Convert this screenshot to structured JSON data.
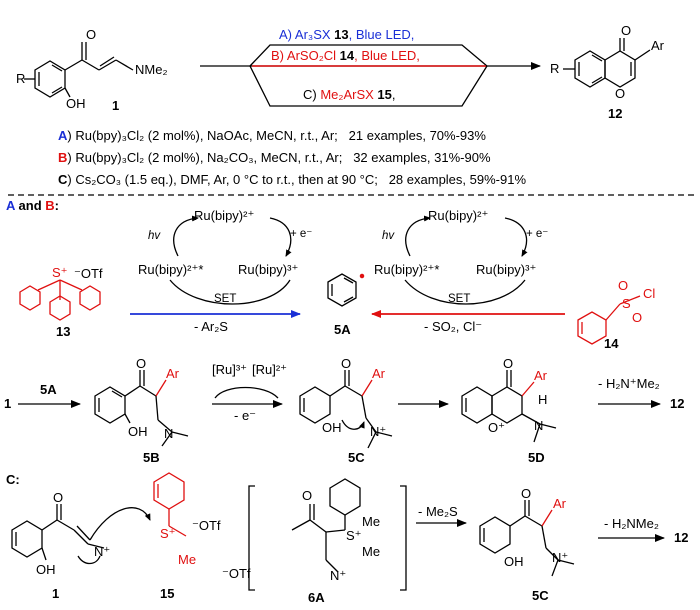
{
  "colors": {
    "blue": "#1a2fd6",
    "red": "#e01010",
    "black": "#000000"
  },
  "top": {
    "cond_a_letter": "A)",
    "cond_a_reagent": "Ar₃SX",
    "cond_a_num": "13",
    "cond_a_rest": ", Blue LED,",
    "cond_b_letter": "B)",
    "cond_b_reagent": "ArSO₂Cl",
    "cond_b_num": "14",
    "cond_b_rest": ", Blue LED,",
    "cond_c_letter": "C)",
    "cond_c_reagent": "Me₂ArSX",
    "cond_c_num": "15",
    "cond_c_rest": ",",
    "sm_label": "1",
    "product_label": "12",
    "sm_R": "R",
    "sm_OH": "OH",
    "sm_NMe2": "NMe₂",
    "sm_O": "O",
    "prod_R": "R",
    "prod_O_ketone": "O",
    "prod_O_ring": "O",
    "prod_Ar": "Ar"
  },
  "conditions": [
    {
      "letter": "A",
      "text": "Ru(bpy)₃Cl₂ (2 mol%), NaOAc, MeCN, r.t., Ar;",
      "examples": "21 examples, 70%-93%"
    },
    {
      "letter": "B",
      "text": "Ru(bpy)₃Cl₂ (2 mol%), Na₂CO₃, MeCN, r.t., Ar;",
      "examples": "32 examples, 31%-90%"
    },
    {
      "letter": "C",
      "text": "Cs₂CO₃ (1.5 eq.), DMF, Ar, 0 °C to r.t., then at 90 °C;",
      "examples": "28 examples, 59%-91%"
    }
  ],
  "section_ab": {
    "a": "A",
    "and": " and ",
    "b": "B",
    "colon": ":"
  },
  "cycle_left": {
    "top": "Ru(bipy)²⁺",
    "left": "Ru(bipy)²⁺*",
    "right": "Ru(bipy)³⁺",
    "hv": "hv",
    "e": "+ e⁻",
    "set": "SET",
    "byproduct": "- Ar₂S"
  },
  "cycle_right": {
    "top": "Ru(bipy)²⁺",
    "left": "Ru(bipy)²⁺*",
    "right": "Ru(bipy)³⁺",
    "hv": "hv",
    "e": "+ e⁻",
    "set": "SET",
    "byproduct": "- SO₂, Cl⁻"
  },
  "reagent13": {
    "label": "13",
    "S": "S⁺",
    "OTf": "⁻OTf"
  },
  "reagent14": {
    "label": "14",
    "S": "S",
    "O1": "O",
    "O2": "O",
    "Cl": "Cl"
  },
  "radical": {
    "label": "5A"
  },
  "mech": {
    "start": "1",
    "reagent": "5A",
    "ru3": "[Ru]³⁺",
    "ru2": "[Ru]²⁺",
    "minus_e": "- e⁻",
    "i5B": "5B",
    "i5C": "5C",
    "i5D": "5D",
    "final": "12",
    "elim": "- H₂N⁺Me₂",
    "O": "O",
    "OH": "OH",
    "Ar": "Ar",
    "N": "N",
    "Nplus": "N⁺",
    "H": "H",
    "Oplus": "O⁺"
  },
  "section_c": {
    "label": "C:"
  },
  "mech_c": {
    "s1": "1",
    "s15": "15",
    "s6A": "6A",
    "s5C": "5C",
    "final": "12",
    "otf": "⁻OTf",
    "otf2": "⁻OTf",
    "me": "Me",
    "me2": "Me",
    "S": "S⁺",
    "minus_me2s": "- Me₂S",
    "elim": "- H₂NMe₂",
    "O": "O",
    "OH": "OH",
    "Ar": "Ar",
    "N": "N⁺"
  }
}
